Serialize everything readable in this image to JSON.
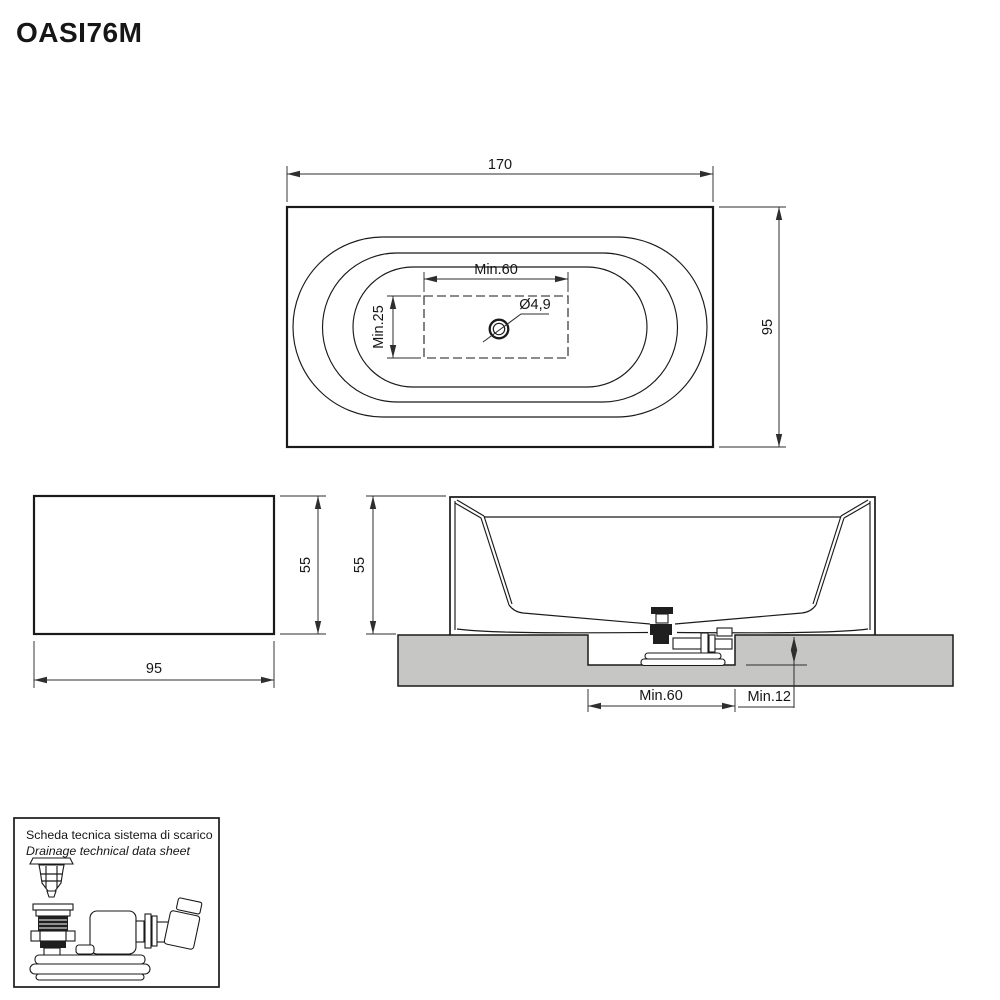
{
  "title": "OASI76M",
  "colors": {
    "line": "#1a1a1a",
    "dim": "#2e2e2e",
    "platform_fill": "#c6c7c5",
    "dark_fill": "#1f1f1f",
    "background": "#ffffff"
  },
  "top_view": {
    "dim_width": "170",
    "dim_depth": "95",
    "dim_recess_width": "Min.60",
    "dim_recess_depth": "Min.25",
    "dim_drain": "Ø4,9"
  },
  "side_view": {
    "dim_width": "95",
    "dim_height": "55"
  },
  "section_view": {
    "dim_height": "55",
    "dim_recess_width": "Min.60",
    "dim_recess_depth": "Min.12"
  },
  "drain_box": {
    "line1": "Scheda tecnica sistema di scarico",
    "line2": "Drainage technical data sheet"
  }
}
